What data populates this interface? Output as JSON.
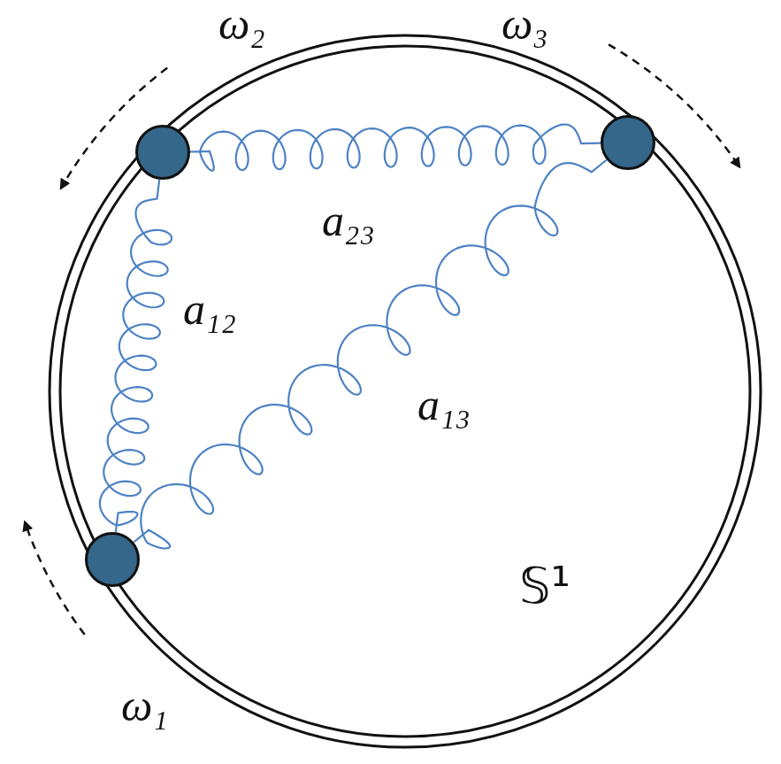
{
  "diagram": {
    "nodes": [
      {
        "text": [
          "ω₁"
        ]
      },
      {
        "text": [
          "ω₂"
        ]
      },
      {
        "text": [
          "ω₃"
        ]
      }
    ],
    "edges": [
      {
        "from": 0,
        "to": 1,
        "arrow": "none",
        "label": "a₁₂"
      },
      {
        "from": 1,
        "to": 2,
        "arrow": "none",
        "label": "a₂₃"
      },
      {
        "from": 0,
        "to": 2,
        "arrow": "none",
        "label": "a₁₃"
      }
    ],
    "labels": [
      "𝕊¹"
    ]
  }
}
